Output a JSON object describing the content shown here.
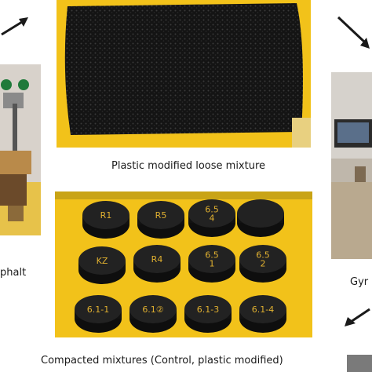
{
  "figure": {
    "top_center": {
      "caption": "Plastic modified loose mixture"
    },
    "bottom_center": {
      "caption": "Compacted mixtures (Control, plastic modified)",
      "sample_labels": [
        "R1",
        "R5",
        "6.5\n4",
        "KZ",
        "R4",
        "6.5\n1",
        "6.5\n2",
        "6.1-1",
        "6.1②",
        "6.1-3",
        "6.1-4"
      ]
    },
    "left": {
      "caption_fragment": "phalt"
    },
    "right": {
      "caption_fragment": "Gyr"
    }
  },
  "colors": {
    "tray_yellow": "#f2c21a",
    "asphalt_black": "#141414",
    "arrow_color": "#1a1a1a",
    "text_color": "#1a1a1a"
  }
}
